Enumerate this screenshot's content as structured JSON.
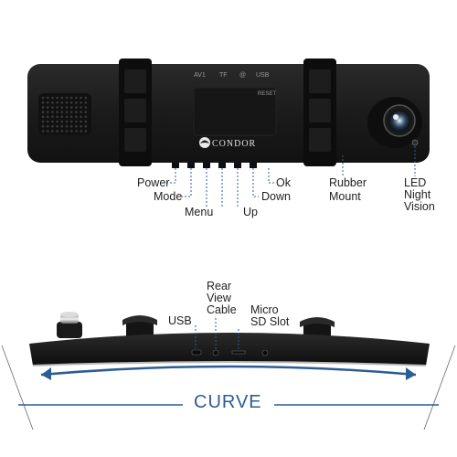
{
  "brand": {
    "name": "CONDOR"
  },
  "device_markings": {
    "reset": "RESET",
    "port_av": "AV1",
    "port_tf": "TF",
    "port_usb": "USB",
    "port_mic": "@"
  },
  "top_view": {
    "callouts": {
      "power": "Power",
      "mode": "Mode",
      "menu": "Menu",
      "up": "Up",
      "down": "Down",
      "ok": "Ok",
      "rubber_mount": [
        "Rubber",
        "Mount"
      ],
      "led_night_vision": [
        "LED",
        "Night",
        "Vision"
      ]
    }
  },
  "bottom_view": {
    "callouts": {
      "usb": "USB",
      "rear_view_cable": [
        "Rear",
        "View",
        "Cable"
      ],
      "micro_sd_slot": [
        "Micro",
        "SD Slot"
      ]
    },
    "curve_label": "CURVE"
  },
  "colors": {
    "device_body": "#1c1c1c",
    "callout_blue": "#2c5c95",
    "curve_arrow": "#2c5c95"
  }
}
